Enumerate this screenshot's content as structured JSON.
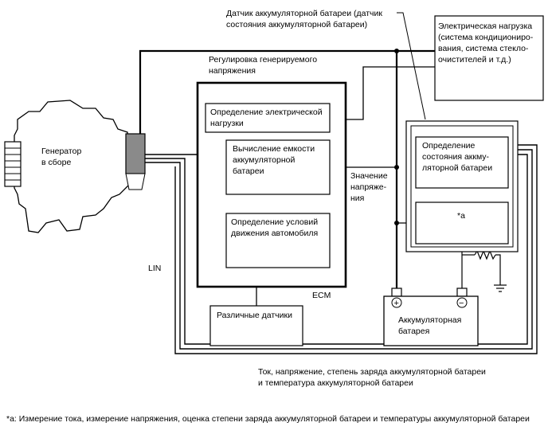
{
  "diagram": {
    "sensor": {
      "line1": "Датчик аккумуляторной батареи (датчик",
      "line2": "состояния аккумуляторной батареи)"
    },
    "load": {
      "line1": "Электрическая нагрузка",
      "line2": "(система кондициониро-",
      "line3": "вания, система стекло-",
      "line4": "очистителей и т.д.)"
    },
    "regulation": {
      "line1": "Регулировка генерируемого",
      "line2": "напряжения"
    },
    "generator": {
      "line1": "Генератор",
      "line2": "в сборе"
    },
    "ecm": {
      "label": "ECM",
      "box1": {
        "line1": "Определение электрической",
        "line2": "нагрузки"
      },
      "box2": {
        "line1": "Вычисление емкости",
        "line2": "аккумуляторной",
        "line3": "батареи"
      },
      "box3": {
        "line1": "Определение условий",
        "line2": "движения автомобиля"
      }
    },
    "voltage_value": {
      "line1": "Значение",
      "line2": "напряже-",
      "line3": "ния"
    },
    "sensor_box": {
      "state": {
        "line1": "Определение",
        "line2": "состояния аккму-",
        "line3": "ляторной батареи"
      },
      "a": "*a"
    },
    "battery": {
      "line1": "Аккумуляторная",
      "line2": "батарея",
      "plus": "+",
      "minus": "−"
    },
    "sensors": "Различные датчики",
    "lin": "LIN",
    "bottom": {
      "line1": "Ток, напряжение, степень заряда аккумуляторной батареи",
      "line2": "и температура аккумуляторной батареи"
    }
  },
  "footnote": "*a: Измерение тока, измерение напряжения, оценка степени заряда аккумуляторной батареи и температуры аккумуляторной батареи"
}
